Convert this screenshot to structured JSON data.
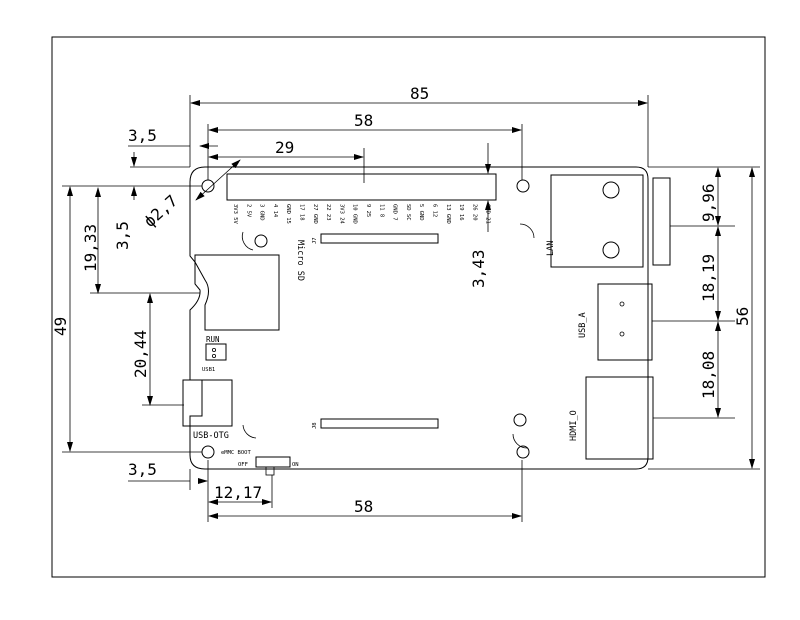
{
  "dimensions": {
    "width_top": "85",
    "header_width": "58",
    "header_half": "29",
    "left_offset_top": "3,5",
    "hole_offset": "3,5",
    "hole_diameter": "ϕ2,7",
    "height_upper": "19,33",
    "height_total_left": "49",
    "height_mid_left": "20,44",
    "header_depth": "3,43",
    "lan_height": "9,96",
    "usb_a_offset": "18,19",
    "hdmi_offset": "18,08",
    "board_height": "56",
    "left_offset_bottom": "3,5",
    "switch_offset": "12,17",
    "bottom_width": "58"
  },
  "labels": {
    "lan": "LAN",
    "micro_sd": "Micro SD",
    "usb_a": "USB_A",
    "hdmi": "HDMI_O",
    "run": "RUN",
    "usb1": "USB1",
    "usb_otg": "USB-OTG",
    "emmc_boot": "eMMC  BOOT",
    "off": "OFF",
    "on": "ON",
    "j_top": "J7",
    "j_bottom": "J8"
  },
  "pins": [
    "3V3 5V",
    "2 5V",
    "3 GND",
    "4 14",
    "GND 15",
    "17 18",
    "27 GND",
    "22 23",
    "3V3 24",
    "10 GND",
    "9 25",
    "11 8",
    "GND 7",
    "SD SC",
    "5 GND",
    "6 12",
    "13 GND",
    "19 16",
    "26 20",
    "GND 21"
  ]
}
